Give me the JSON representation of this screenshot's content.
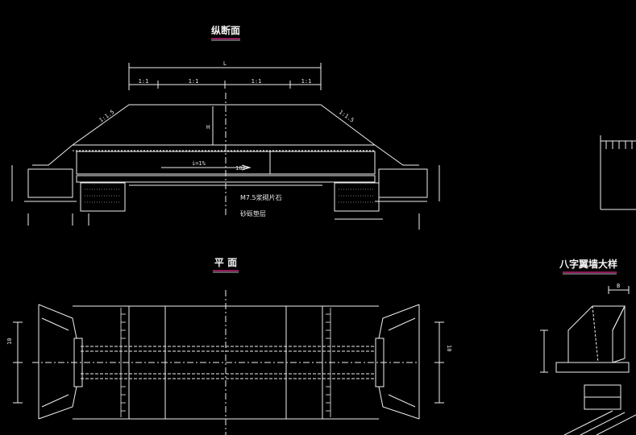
{
  "drawing": {
    "background_color": "#000000",
    "line_color": "#f0f0f0",
    "underline_color": "#c0207a",
    "titles": {
      "section": "纵断面",
      "plan": "平 面",
      "wingwall": "八字翼墙大样"
    },
    "labels": {
      "slope_left": "1:1.5",
      "slope_right": "1:1.5",
      "height_mark": "H",
      "flow_label": "i=1%",
      "span_label": "100",
      "foundation_a": "M7.5浆砌片石",
      "foundation_b": "砂砾垫层",
      "dim_total": "L",
      "dim_seg_1": "1:1",
      "dim_seg_2": "1:1",
      "dim_seg_3": "1:1",
      "dim_seg_4": "1:1",
      "plan_dim_a": "10",
      "plan_dim_b": "10",
      "wing_dim": "B"
    }
  }
}
